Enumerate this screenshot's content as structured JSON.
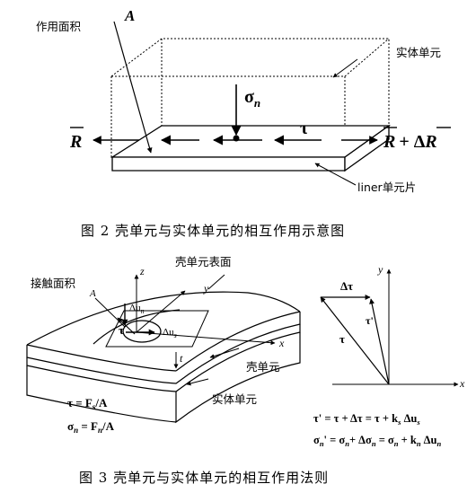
{
  "figure2": {
    "label_area": "作用面积",
    "label_A": "A",
    "label_solid": "实体单元",
    "label_sigma": "σ",
    "label_sigma_sub": "n",
    "label_tau": "τ",
    "label_R_left": "R",
    "label_R_right": "R",
    "label_R_plus": "+ Δ",
    "label_R_delta": "R",
    "label_liner": "liner单元片",
    "caption": "图  2   壳单元与实体单元的相互作用示意图"
  },
  "figure3": {
    "label_shell_surface": "壳单元表面",
    "label_contact": "接触面积",
    "label_A": "A",
    "label_z": "z",
    "label_y": "y",
    "label_x": "x",
    "label_dun": "Δu",
    "label_dun_sub": "n",
    "label_dus": "Δu",
    "label_dus_sub": "s",
    "label_tau": "τ",
    "label_t": "t",
    "label_shell": "壳单元",
    "label_solid": "实体单元",
    "eq_tau_lhs": "τ = F",
    "eq_tau_sub": "s",
    "eq_tau_rhs": "/A",
    "eq_sigma_lhs": "σ",
    "eq_sigma_sub": "n",
    "eq_sigma_mid": " = F",
    "eq_sigma_sub2": "n",
    "eq_sigma_rhs": "/A",
    "vec_y": "y",
    "vec_x": "x",
    "vec_dtau": "Δτ",
    "vec_tau_prime": "τ'",
    "vec_tau": "τ",
    "law1": "τ' = τ + Δτ = τ + k",
    "law1_sub": "s",
    "law1_tail": " Δu",
    "law1_sub2": "s",
    "law2_a": "σ",
    "law2_a_sub": "n",
    "law2_b": "' = σ",
    "law2_b_sub": "n",
    "law2_c": "+ Δσ",
    "law2_c_sub": "n",
    "law2_d": " = σ",
    "law2_d_sub": "n",
    "law2_e": " + k",
    "law2_e_sub": "n",
    "law2_f": " Δu",
    "law2_f_sub": "n",
    "caption": "图  3   壳单元与实体单元的相互作用法则"
  }
}
